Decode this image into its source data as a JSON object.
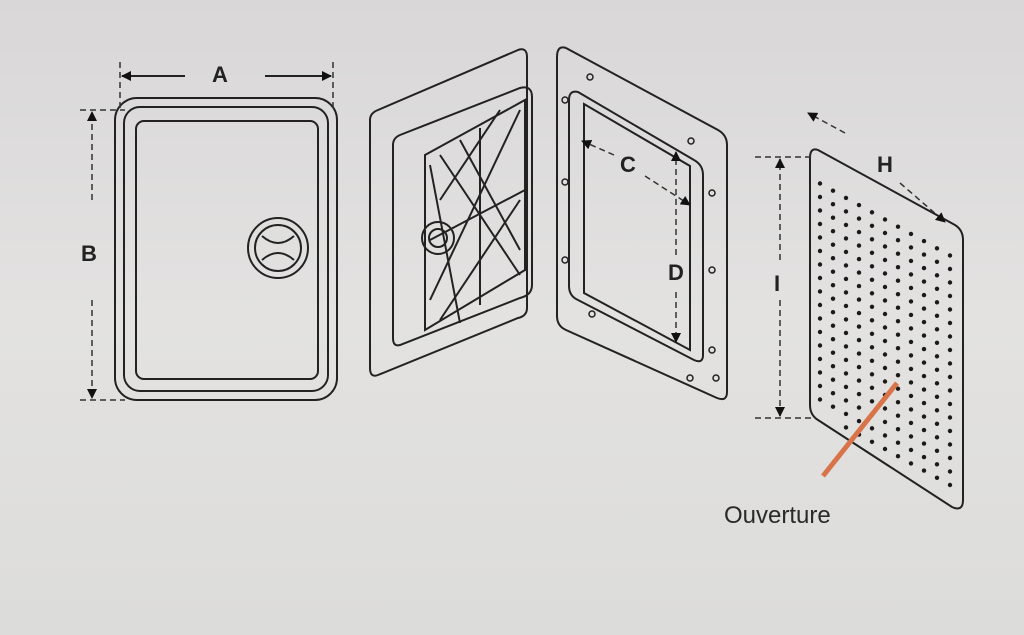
{
  "labels": {
    "a": "A",
    "b": "B",
    "c": "C",
    "d": "D",
    "h": "H",
    "i": "I"
  },
  "caption": "Ouverture",
  "colors": {
    "hatch": "#e6e2cf",
    "frame": "#dcc9d0",
    "panel": "#d6dadd",
    "pointer": "#d9744a"
  }
}
